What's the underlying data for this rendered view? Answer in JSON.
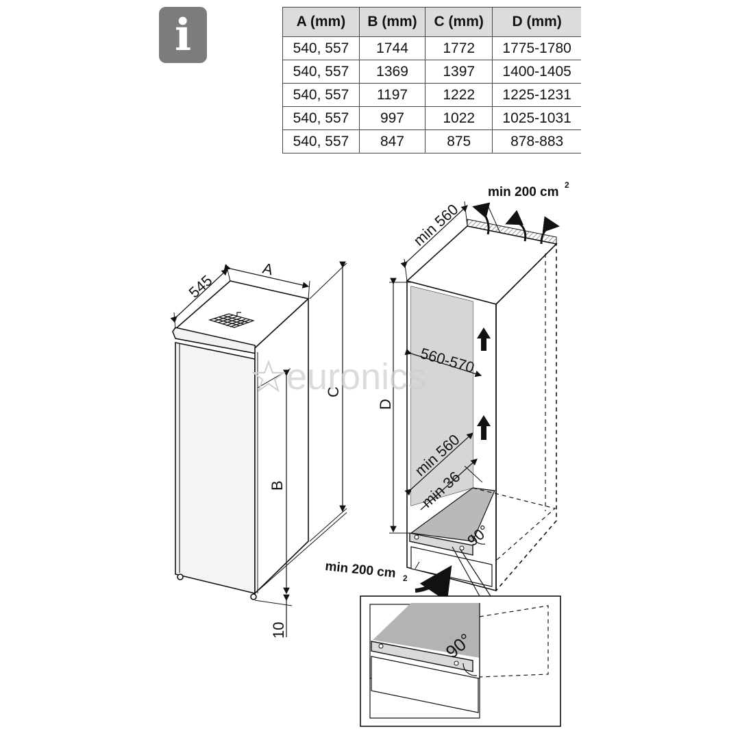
{
  "info_badge": {
    "glyph": "i",
    "icon": "info-icon",
    "color": "#7c7c7c"
  },
  "table": {
    "headers": [
      "A (mm)",
      "B (mm)",
      "C (mm)",
      "D (mm)"
    ],
    "rows": [
      [
        "540, 557",
        "1744",
        "1772",
        "1775-1780"
      ],
      [
        "540, 557",
        "1369",
        "1397",
        "1400-1405"
      ],
      [
        "540, 557",
        "1197",
        "1222",
        "1225-1231"
      ],
      [
        "540, 557",
        "997",
        "1022",
        "1025-1031"
      ],
      [
        "540, 557",
        "847",
        "875",
        "878-883"
      ]
    ]
  },
  "appliance_labels": {
    "depth": "545",
    "width": "A",
    "height_c": "C",
    "height_b": "B",
    "foot": "10"
  },
  "niche_labels": {
    "top_vent": "min 200 cm",
    "top_vent_sup": "2",
    "depth_top": "min 560",
    "width": "560-570",
    "height": "D",
    "depth_inner": "min 560",
    "min_gap": "min 36",
    "angle": "90°",
    "bottom_vent": "min 200 cm",
    "bottom_vent_sup": "2"
  },
  "detail_labels": {
    "angle": "90°"
  },
  "watermark": "euronics"
}
